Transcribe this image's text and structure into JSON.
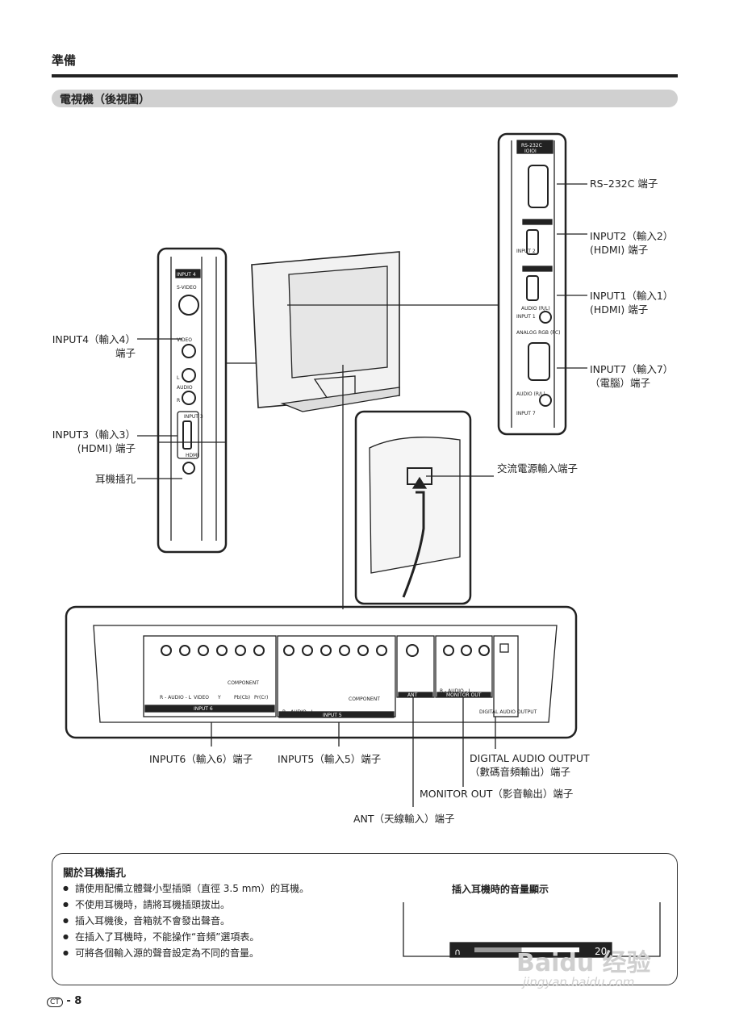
{
  "header": {
    "section": "準備",
    "banner": "電視機（後視圖）"
  },
  "panel_text": {
    "input4": "INPUT 4",
    "svideo": "S-VIDEO",
    "video": "VIDEO",
    "l": "L",
    "audio": "AUDIO",
    "r": "R",
    "input3": "INPUT 3",
    "hdmi": "HDMI",
    "rs232c": "RS-232C",
    "ioioi": "IOIOI",
    "hdmi_logo": "HDMI",
    "input2": "INPUT 2",
    "audio_rl": "AUDIO (R/L)",
    "input1": "INPUT 1",
    "analog": "ANALOG RGB (PC)",
    "audio_rl2": "AUDIO (R/L)",
    "input7": "INPUT 7",
    "component": "COMPONENT",
    "input6_bar": "INPUT 6",
    "input5_bar": "INPUT 5",
    "ant": "ANT",
    "monitor_out": "MONITOR OUT",
    "digital_audio": "DIGITAL AUDIO OUTPUT",
    "r_audio_l": "R - AUDIO - L",
    "video_b": "VIDEO",
    "y": "Y",
    "pb": "Pb(Cb)",
    "pr": "Pr(Cr)"
  },
  "callouts": {
    "input4_l1": "INPUT4（輸入4）",
    "input4_l2": "端子",
    "input3_l1": "INPUT3（輸入3）",
    "input3_l2": "(HDMI) 端子",
    "headphone": "耳機插孔",
    "rs232c": "RS–232C 端子",
    "input2_l1": "INPUT2（輸入2）",
    "input2_l2": "(HDMI) 端子",
    "input1_l1": "INPUT1（輸入1）",
    "input1_l2": "(HDMI) 端子",
    "input7_l1": "INPUT7（輸入7）",
    "input7_l2": "（電腦）端子",
    "ac": "交流電源輸入端子",
    "input6": "INPUT6（輸入6）端子",
    "input5": "INPUT5（輸入5）端子",
    "digital_l1": "DIGITAL AUDIO OUTPUT",
    "digital_l2": "（數碼音頻輸出）端子",
    "monitor": "MONITOR OUT（影音輸出）端子",
    "ant": "ANT（天線輸入）端子"
  },
  "note": {
    "title": "關於耳機插孔",
    "items": [
      "請使用配備立體聲小型插頭（直徑 3.5 mm）的耳機。",
      "不使用耳機時，請將耳機插頭拔出。",
      "插入耳機後，音箱就不會發出聲音。",
      "在插入了耳機時，不能操作“音頻”選項表。",
      "可將各個輸入源的聲音設定為不同的音量。"
    ],
    "volume_title": "插入耳機時的音量顯示",
    "volume_value": "20",
    "volume_level": 0.45
  },
  "footer": {
    "lang": "CT",
    "page": "- 8"
  },
  "watermark": {
    "brand": "Baidu 经验",
    "url": "jingyan.baidu.com"
  }
}
